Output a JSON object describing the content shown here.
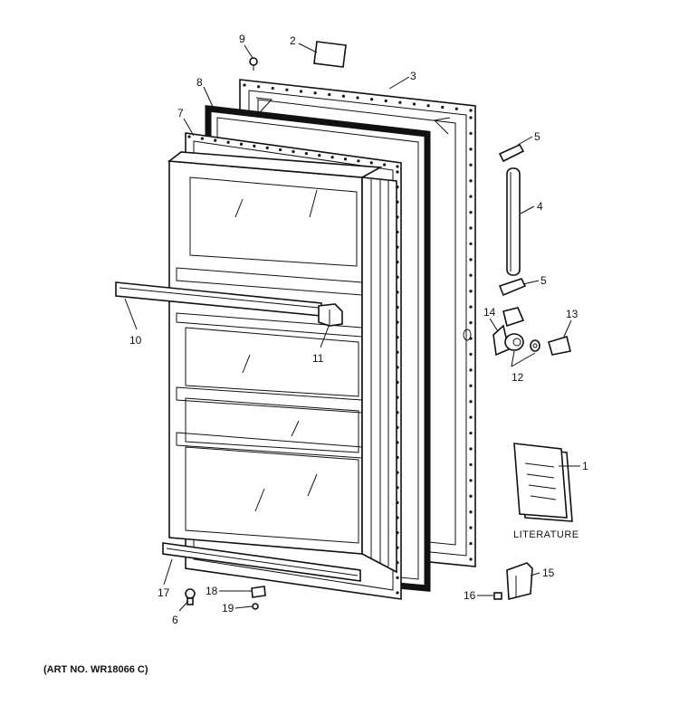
{
  "diagram": {
    "art_number": "(ART NO. WR18066 C)",
    "literature_label": "LITERATURE",
    "callouts": [
      "1",
      "2",
      "3",
      "4",
      "5",
      "5",
      "6",
      "7",
      "8",
      "9",
      "10",
      "11",
      "12",
      "13",
      "14",
      "15",
      "16",
      "17",
      "18",
      "19"
    ]
  }
}
